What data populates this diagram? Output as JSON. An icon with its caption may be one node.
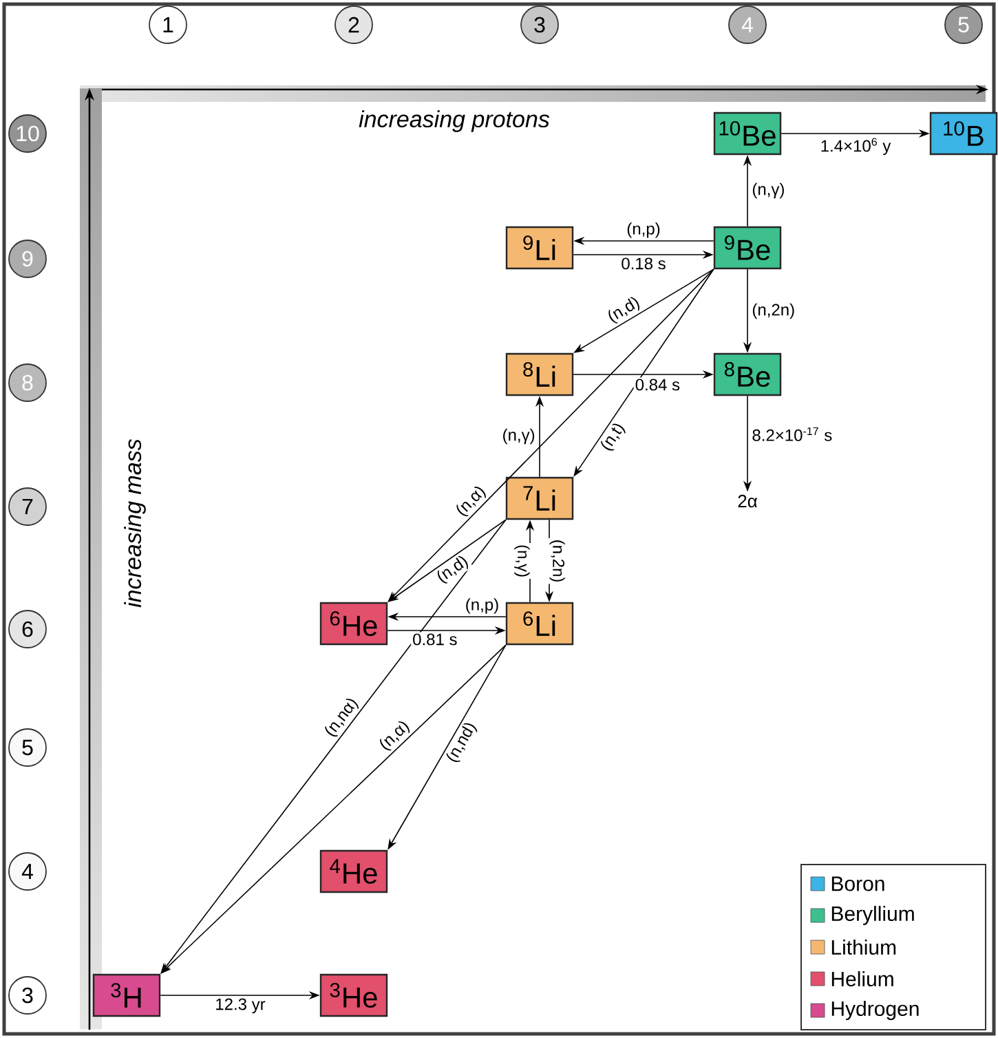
{
  "diagram": {
    "nodes": [
      {
        "text": [
          "1"
        ]
      },
      {
        "text": [
          "2"
        ]
      },
      {
        "text": [
          "3"
        ]
      },
      {
        "text": [
          "4"
        ]
      },
      {
        "text": [
          "5"
        ]
      },
      {
        "text": [
          "10"
        ]
      },
      {
        "text": [
          "9"
        ]
      },
      {
        "text": [
          "8"
        ]
      },
      {
        "text": [
          "7"
        ]
      },
      {
        "text": [
          "6"
        ]
      },
      {
        "text": [
          "5"
        ]
      },
      {
        "text": [
          "4"
        ]
      },
      {
        "text": [
          "3"
        ]
      },
      {
        "text": [
          "$^{10}$Be"
        ]
      },
      {
        "text": [
          "$^{10}$B"
        ]
      },
      {
        "text": [
          "$^{9}$Li"
        ]
      },
      {
        "text": [
          "$^{9}$Be"
        ]
      },
      {
        "text": [
          "$^{8}$Li"
        ]
      },
      {
        "text": [
          "$^{8}$Be"
        ]
      },
      {
        "text": [
          "2α"
        ]
      },
      {
        "text": [
          "$^{7}$Li"
        ]
      },
      {
        "text": [
          "$^{6}$He"
        ]
      },
      {
        "text": [
          "$^{6}$Li"
        ]
      },
      {
        "text": [
          "$^{4}$He"
        ]
      },
      {
        "text": [
          "$^{3}$H"
        ]
      },
      {
        "text": [
          "$^{3}$He"
        ]
      }
    ],
    "edges": [
      {
        "from": 13,
        "to": 14,
        "arrow": "to",
        "label": "1.4×10$^{6}$ y"
      },
      {
        "from": 16,
        "to": 13,
        "arrow": "to",
        "label": "(n,γ)"
      },
      {
        "from": 16,
        "to": 15,
        "arrow": "to",
        "label": "(n,p)"
      },
      {
        "from": 15,
        "to": 16,
        "arrow": "to",
        "label": "0.18 s"
      },
      {
        "from": 16,
        "to": 18,
        "arrow": "to",
        "label": "(n,2n)"
      },
      {
        "from": 16,
        "to": 17,
        "arrow": "to",
        "label": "(n,d)"
      },
      {
        "from": 16,
        "to": 20,
        "arrow": "to",
        "label": "(n,t)"
      },
      {
        "from": 16,
        "to": 21,
        "arrow": "to",
        "label": "(n,α)"
      },
      {
        "from": 17,
        "to": 18,
        "arrow": "to",
        "label": "0.84 s"
      },
      {
        "from": 18,
        "to": 19,
        "arrow": "to",
        "label": "8.2×10$^{-17}$ s"
      },
      {
        "from": 20,
        "to": 17,
        "arrow": "to",
        "label": "(n,γ)"
      },
      {
        "from": 20,
        "to": 22,
        "arrow": "to",
        "label": "(n,2n)"
      },
      {
        "from": 22,
        "to": 20,
        "arrow": "to",
        "label": "(n,γ)"
      },
      {
        "from": 20,
        "to": 21,
        "arrow": "to",
        "label": "(n,d)"
      },
      {
        "from": 21,
        "to": 22,
        "arrow": "to",
        "label": "0.81 s"
      },
      {
        "from": 22,
        "to": 21,
        "arrow": "to",
        "label": "(n,p)"
      },
      {
        "from": 20,
        "to": 24,
        "arrow": "to",
        "label": "(n,nα)"
      },
      {
        "from": 22,
        "to": 24,
        "arrow": "to",
        "label": "(n,α)"
      },
      {
        "from": 22,
        "to": 23,
        "arrow": "to",
        "label": "(n,nd)"
      },
      {
        "from": 24,
        "to": 25,
        "arrow": "to",
        "label": "12.3 yr"
      }
    ],
    "labels": [
      "increasing protons",
      "increasing mass"
    ],
    "legend": [
      {
        "text": "Boron",
        "color": "#3cb4e5"
      },
      {
        "text": "Beryllium",
        "color": "#3dbf8e"
      },
      {
        "text": "Lithium",
        "color": "#f5b870"
      },
      {
        "text": "Helium",
        "color": "#e2506b"
      },
      {
        "text": "Hydrogen",
        "color": "#d84b8e"
      }
    ]
  }
}
